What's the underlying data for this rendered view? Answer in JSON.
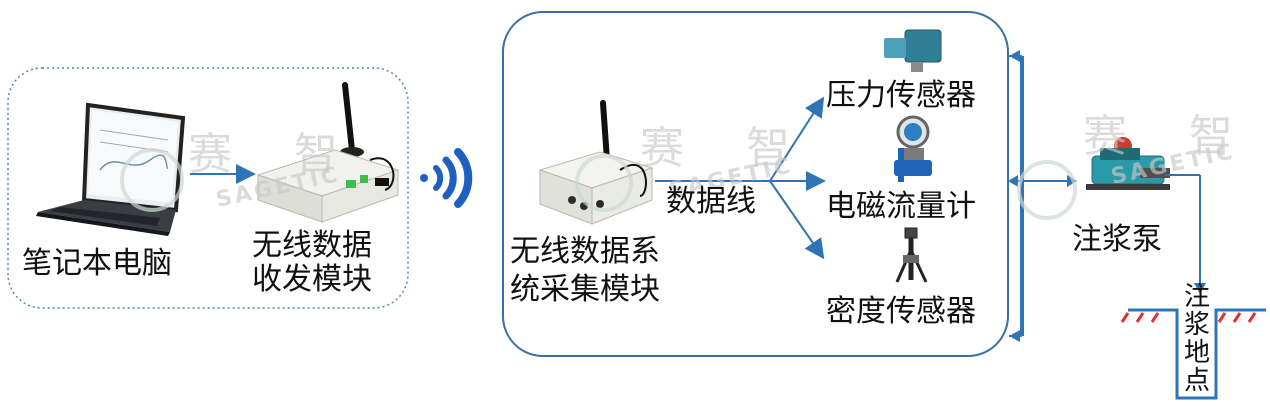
{
  "watermark": {
    "cn": "赛 智",
    "en": "SAGETIC"
  },
  "nodes": {
    "laptop": "笔记本电脑",
    "transceiver": [
      "无线数据",
      "收发模块"
    ],
    "collector": [
      "无线数据系",
      "统采集模块"
    ],
    "data_line": "数据线",
    "pressure_sensor": "压力传感器",
    "flow_meter": "电磁流量计",
    "density_sensor": "密度传感器",
    "pump": "注浆泵",
    "grout_point": [
      "注",
      "浆",
      "地",
      "点"
    ]
  },
  "colors": {
    "accent": "#2e75b6",
    "box_border": "#3a6ea5",
    "dotted_border": "#4a86c5",
    "wave": "#1f5fbf",
    "marker": "#e03030"
  }
}
